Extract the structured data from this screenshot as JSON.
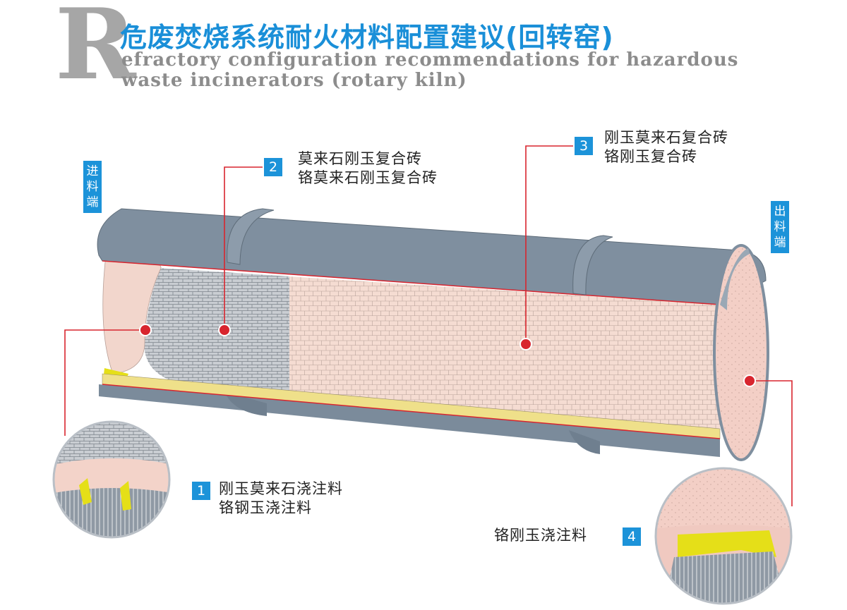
{
  "header": {
    "letter": "R",
    "title": "危废焚烧系统耐火材料配置建议(回转窑)",
    "subtitle_line1": "efractory configuration recommendations for hazardous",
    "subtitle_line2": "waste incinerators (rotary kiln)"
  },
  "ends": {
    "inlet": [
      "进",
      "料",
      "端"
    ],
    "outlet": [
      "出",
      "料",
      "端"
    ]
  },
  "callouts": [
    {
      "num": "1",
      "lines": [
        "刚玉莫来石浇注料",
        "铬钢玉浇注料"
      ]
    },
    {
      "num": "2",
      "lines": [
        "莫来石刚玉复合砖",
        "铬莫来石刚玉复合砖"
      ]
    },
    {
      "num": "3",
      "lines": [
        "刚玉莫来石复合砖",
        "铬刚玉复合砖"
      ]
    },
    {
      "num": "4",
      "lines": [
        "铬刚玉浇注料"
      ]
    }
  ],
  "colors": {
    "accent": "#1c93d9",
    "leader": "#d8252e",
    "shell": "#7f8f9f",
    "lining_gray": "#c7cbd0",
    "lining_pink": "#f4d9cf",
    "castable_yellow": "#e8e21c"
  }
}
